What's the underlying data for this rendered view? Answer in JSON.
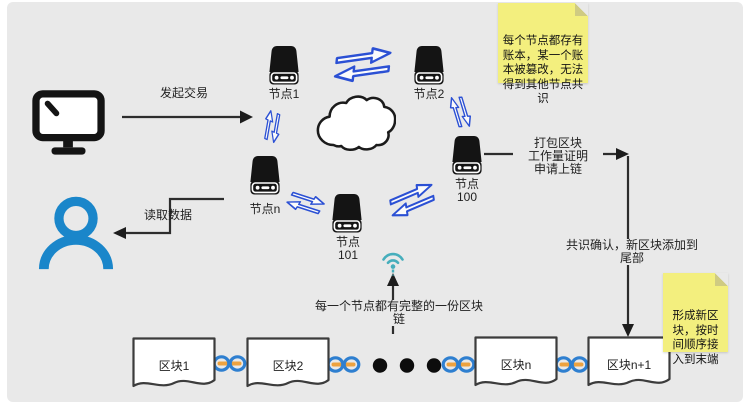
{
  "colors": {
    "background": "#e9e9e9",
    "note_bg": "#f3ef7e",
    "exchange_arrow_blue": "#2b50d4",
    "person_blue": "#1a86ca",
    "wifi_teal": "#46aebc",
    "chain_link_blue": "#2e7fd0",
    "chain_bar_orange": "#eda23f",
    "connector_dark": "#2d2d2d"
  },
  "annotations": {
    "initiate_tx": "发起交易",
    "read_data": "读取数据",
    "pack_block": "打包区块\n工作量证明\n申请上链",
    "consensus": "共识确认，新区块添加到尾部",
    "full_copy": "每一个节点都有完整的一份区块链"
  },
  "notes": {
    "tamper": "每个节点都存有\n账本，某一个账\n本被篡改，无法\n得到其他节点共\n识",
    "new_block": "形成新区\n块，按时\n间顺序接\n入到末端"
  },
  "nodes": [
    {
      "id": "node-1",
      "label": "节点1"
    },
    {
      "id": "node-2",
      "label": "节点2"
    },
    {
      "id": "node-100",
      "label": "节点\n100"
    },
    {
      "id": "node-n",
      "label": "节点n"
    },
    {
      "id": "node-101",
      "label": "节点\n101"
    }
  ],
  "blocks": [
    {
      "label": "区块1"
    },
    {
      "label": "区块2"
    },
    {
      "label": "区块n"
    },
    {
      "label": "区块n+1"
    }
  ],
  "icons": {
    "computer": "monitor-icon",
    "user": "person-icon",
    "network": "cloud-shape",
    "broadcast": "wifi-signal-icon",
    "sync": "exchange-arrows-icon",
    "link": "chain-link-icon"
  }
}
